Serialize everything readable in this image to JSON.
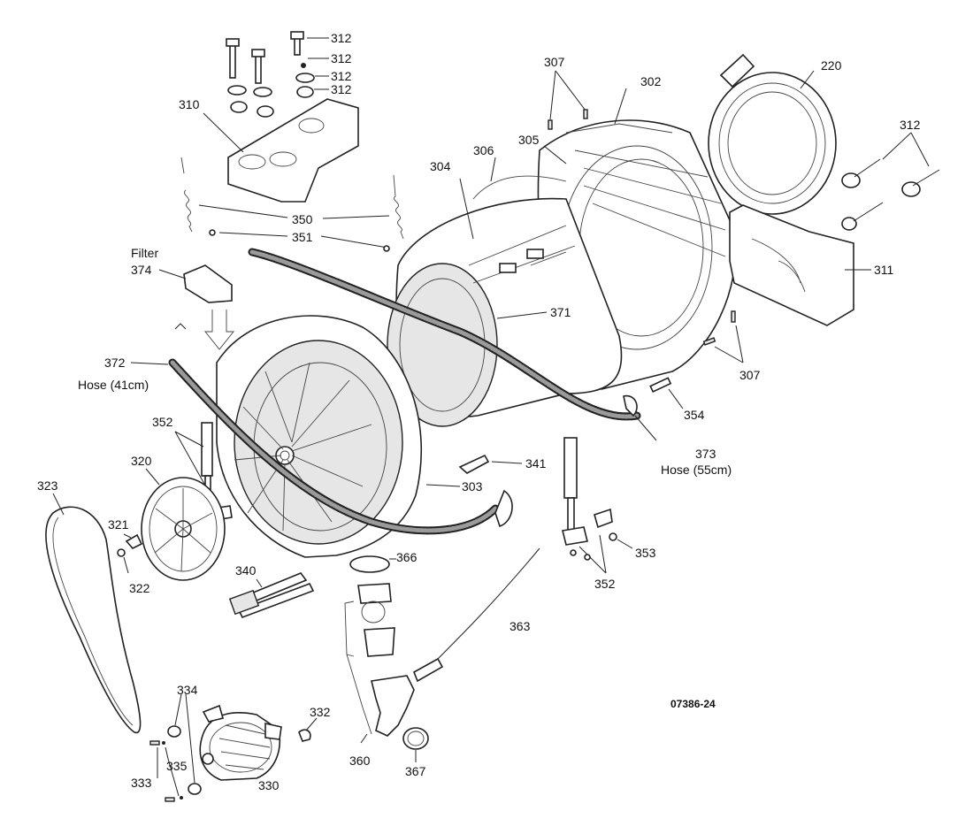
{
  "drawing_code": "07386-24",
  "labels": {
    "l312a": "312",
    "l312b": "312",
    "l312c": "312",
    "l312d": "312",
    "l310": "310",
    "l307a": "307",
    "l302": "302",
    "l220": "220",
    "l306": "306",
    "l305": "305",
    "l304": "304",
    "l312e": "312",
    "l350": "350",
    "l351": "351",
    "l311": "311",
    "filter": "Filter",
    "l374": "374",
    "l371": "371",
    "l372": "372",
    "hose41": "Hose (41cm)",
    "l307b": "307",
    "l354": "354",
    "l373": "373",
    "hose55": "Hose (55cm)",
    "l352a": "352",
    "l320": "320",
    "l341": "341",
    "l323": "323",
    "l303": "303",
    "l321": "321",
    "l322": "322",
    "l366": "366",
    "l340": "340",
    "l353": "353",
    "l352b": "352",
    "l363": "363",
    "l334": "334",
    "l332": "332",
    "l335": "335",
    "l333": "333",
    "l330": "330",
    "l360": "360",
    "l367": "367"
  }
}
